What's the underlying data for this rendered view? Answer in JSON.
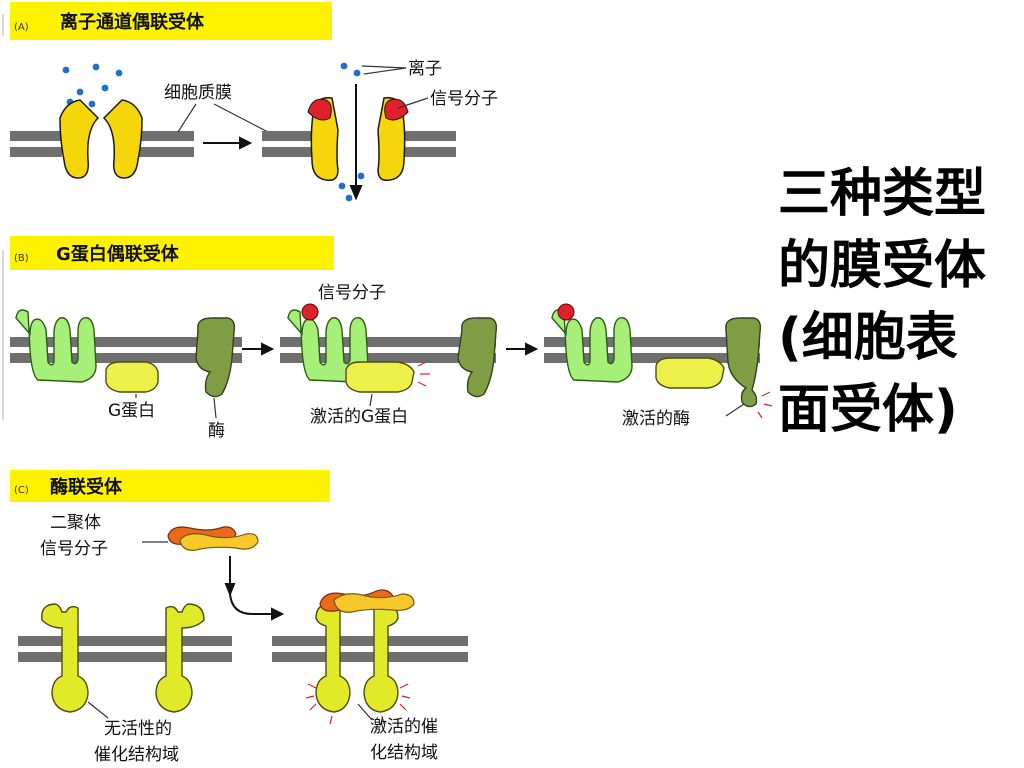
{
  "slide": {
    "title": "三种类型的膜受体(细胞表面受体)"
  },
  "panel_a": {
    "tag": "(A)",
    "title": "离子通道偶联受体",
    "label_membrane": "细胞质膜",
    "label_ion": "离子",
    "label_signal": "信号分子"
  },
  "panel_b": {
    "tag": "(B)",
    "title": "G蛋白偶联受体",
    "label_signal": "信号分子",
    "label_gprotein": "G蛋白",
    "label_enzyme": "酶",
    "label_active_g": "激活的G蛋白",
    "label_active_enzyme": "激活的酶"
  },
  "panel_c": {
    "tag": "(C)",
    "title": "酶联受体",
    "label_dimer_1": "二聚体",
    "label_dimer_2": "信号分子",
    "label_inactive_1": "无活性的",
    "label_inactive_2": "催化结构域",
    "label_active_1": "激活的催",
    "label_active_2": "化结构域"
  },
  "colors": {
    "title_band": "#fff200",
    "membrane": "#6f6f6f",
    "channel": "#f5d60a",
    "signal": "#e0212b",
    "ion": "#1f6fd1",
    "receptor_green": "#a6f07a",
    "enzyme_green": "#7f9d45",
    "g_protein": "#eef04a",
    "enzyme_receptor": "#e1ea29",
    "dimer_orange": "#e86a1a",
    "dimer_yellow": "#f7c82a"
  }
}
